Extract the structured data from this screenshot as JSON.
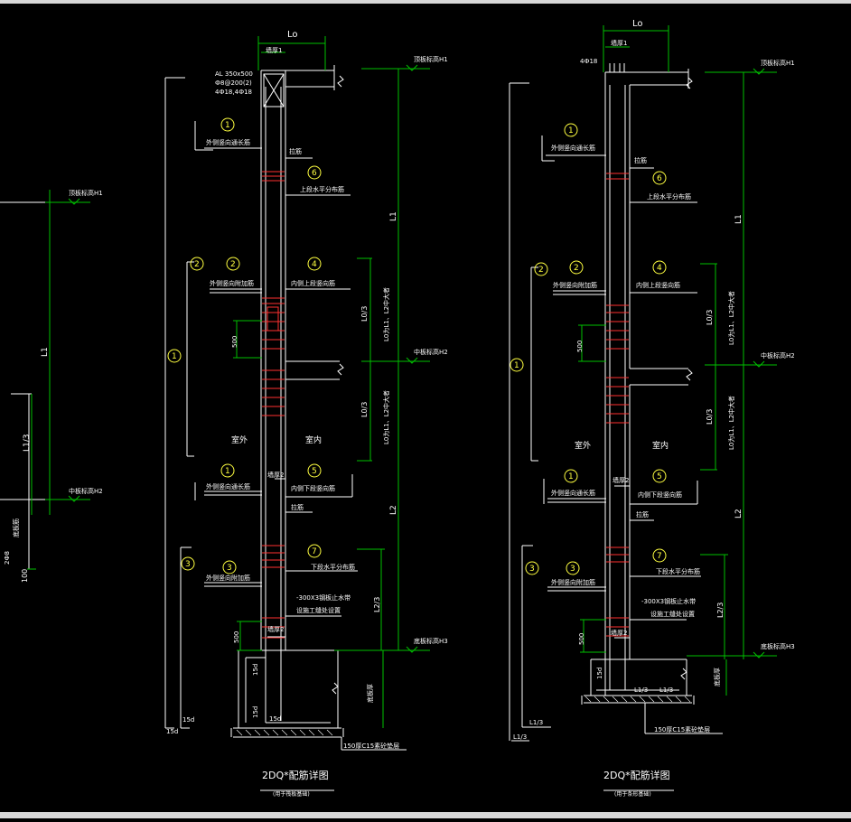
{
  "colors": {
    "line": "#ffffff",
    "dim": "#00c000",
    "rebar": "#ff3030",
    "marker": "#ffff40",
    "text": "#ffffff",
    "dimtext": "#ffffff"
  },
  "left_fragment": {
    "elev_top": "顶板标高H1",
    "elev_mid": "中板标高H2",
    "dim_l1": "L1",
    "dim_l13": "L1/3",
    "dim_100": "100",
    "side_a": "底板筋",
    "side_b": "2Ф8"
  },
  "details": [
    {
      "lo": "Lo",
      "end1": "墙厚1",
      "beam_label_1": "AL 350x500",
      "beam_label_2": "Ф8@200(2)",
      "beam_label_3": "4Ф18,4Ф18",
      "elev_h1": "顶板标高H1",
      "elev_h2": "中板标高H2",
      "elev_h3": "底板标高H3",
      "dim_l1": "L1",
      "dim_l2": "L2",
      "dim_l03a": "L0/3",
      "dim_l03b": "L0/3",
      "dim_lo_note_a": "L0为L1、L2中大者",
      "dim_lo_note_b": "L0为L1、L2中大者",
      "dim_l23": "L2/3",
      "dim_500a": "500",
      "dim_500b": "500",
      "m1a": "1",
      "m1a_text": "外侧竖向通长筋",
      "m6": "6",
      "m6_text": "上段水平分布筋",
      "lajin": "拉筋",
      "m2left": "2",
      "m2": "2",
      "m2_text": "外侧竖向附加筋",
      "m4": "4",
      "m4_text": "内侧上段竖向筋",
      "m_big1": "1",
      "outside": "室外",
      "inside": "室内",
      "end2a": "墙厚2",
      "m1b": "1",
      "m1b_text": "外侧竖向通长筋",
      "m5": "5",
      "m5_text": "内侧下段竖向筋",
      "lajin2": "拉筋",
      "m3left": "3",
      "m3": "3",
      "m3_text": "外侧竖向附加筋",
      "m7": "7",
      "m7_text": "下段水平分布筋",
      "waterstop_1": "-300X3钢板止水带",
      "waterstop_2": "设施工缝处设置",
      "end2b": "墙厚2",
      "d15_a": "15d",
      "d15_b": "15d",
      "d15_c": "15d",
      "d15_d": "15d",
      "d15_e": "15d",
      "base_thk": "底板厚",
      "cushion": "150厚C15素砼垫层",
      "title": "2DQ*配筋详图",
      "subtitle": "(用于筏板基础)"
    },
    {
      "lo": "Lo",
      "end1": "墙厚1",
      "top_bars": "4Ф18",
      "elev_h1": "顶板标高H1",
      "elev_h2": "中板标高H2",
      "elev_h3": "底板标高H3",
      "dim_l1": "L1",
      "dim_l2": "L2",
      "dim_l03a": "L0/3",
      "dim_l03b": "L0/3",
      "dim_lo_note_a": "L0为L1、L2中大者",
      "dim_lo_note_b": "L0为L1、L2中大者",
      "dim_l23": "L2/3",
      "dim_500a": "500",
      "dim_500b": "500",
      "m1a": "1",
      "m1a_text": "外侧竖向通长筋",
      "m6": "6",
      "m6_text": "上段水平分布筋",
      "lajin": "拉筋",
      "m2left": "2",
      "m2": "2",
      "m2_text": "外侧竖向附加筋",
      "m4": "4",
      "m4_text": "内侧上段竖向筋",
      "m_big1": "1",
      "outside": "室外",
      "inside": "室内",
      "end2a": "墙厚2",
      "m1b": "1",
      "m1b_text": "外侧竖向通长筋",
      "m5": "5",
      "m5_text": "内侧下段竖向筋",
      "lajin2": "拉筋",
      "m3left": "3",
      "m3": "3",
      "m3_text": "外侧竖向附加筋",
      "m7": "7",
      "m7_text": "下段水平分布筋",
      "waterstop_1": "-300X3钢板止水带",
      "waterstop_2": "设施工缝处设置",
      "end2b": "墙厚2",
      "d15_a": "15d",
      "l13a": "L1/3",
      "l13b": "L1/3",
      "l13c": "L1/3",
      "base_thk": "底板厚",
      "cushion": "150厚C15素砼垫层",
      "title": "2DQ*配筋详图",
      "subtitle": "(用于条形基础)"
    }
  ]
}
